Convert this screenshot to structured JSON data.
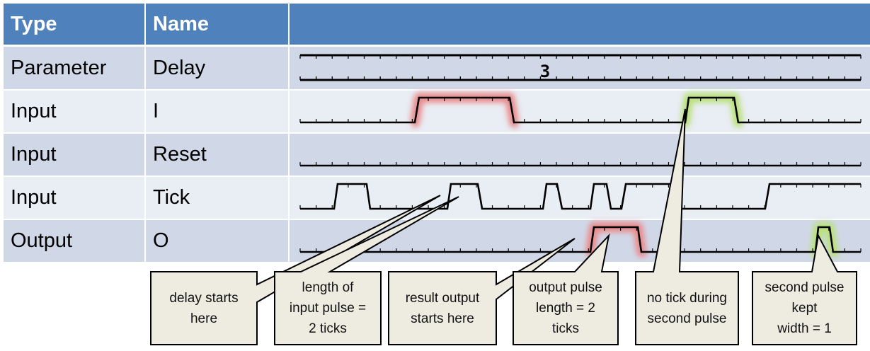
{
  "table": {
    "headers": [
      "Type",
      "Name",
      ""
    ],
    "rows": [
      {
        "type": "Parameter",
        "name": "Delay",
        "value": "3"
      },
      {
        "type": "Input",
        "name": "I"
      },
      {
        "type": "Input",
        "name": "Reset"
      },
      {
        "type": "Input",
        "name": "Tick"
      },
      {
        "type": "Output",
        "name": "O"
      }
    ]
  },
  "waveforms": {
    "time_span": 35,
    "I": [
      [
        0,
        0
      ],
      [
        7.16,
        0
      ],
      [
        7.42,
        1
      ],
      [
        13.08,
        1
      ],
      [
        13.35,
        0
      ],
      [
        24.04,
        0
      ],
      [
        24.26,
        1
      ],
      [
        27.09,
        1
      ],
      [
        27.35,
        0
      ],
      [
        35,
        0
      ]
    ],
    "Reset": [
      [
        0,
        0
      ],
      [
        35,
        0
      ]
    ],
    "Tick": [
      [
        0,
        0
      ],
      [
        2.12,
        0
      ],
      [
        2.34,
        1
      ],
      [
        4.15,
        1
      ],
      [
        4.37,
        0
      ],
      [
        9.19,
        0
      ],
      [
        9.41,
        1
      ],
      [
        11.09,
        1
      ],
      [
        11.36,
        0
      ],
      [
        15.16,
        0
      ],
      [
        15.38,
        1
      ],
      [
        16.04,
        1
      ],
      [
        16.35,
        0
      ],
      [
        18.12,
        0
      ],
      [
        18.34,
        1
      ],
      [
        19.13,
        1
      ],
      [
        19.4,
        0
      ],
      [
        20.06,
        0
      ],
      [
        20.33,
        1
      ],
      [
        23.11,
        1
      ],
      [
        23.33,
        0
      ],
      [
        29.03,
        0
      ],
      [
        29.3,
        1
      ],
      [
        35,
        1
      ]
    ],
    "O": [
      [
        0,
        0
      ],
      [
        18.12,
        0
      ],
      [
        18.34,
        1
      ],
      [
        21.08,
        1
      ],
      [
        21.3,
        0
      ],
      [
        32.17,
        0
      ],
      [
        32.35,
        1
      ],
      [
        33.05,
        1
      ],
      [
        33.27,
        0
      ],
      [
        35,
        0
      ]
    ],
    "highlights": [
      {
        "signal": "I",
        "from": 7.0,
        "to": 13.6,
        "color": "#e88a8a"
      },
      {
        "signal": "I",
        "from": 23.8,
        "to": 27.6,
        "color": "#b9e07a"
      },
      {
        "signal": "O",
        "from": 17.9,
        "to": 21.6,
        "color": "#e88a8a"
      },
      {
        "signal": "O",
        "from": 31.9,
        "to": 33.6,
        "color": "#b9e07a"
      }
    ]
  },
  "callouts": [
    {
      "text": "delay starts\nhere"
    },
    {
      "text": "length of\ninput pulse =\n2 ticks"
    },
    {
      "text": "result output\nstarts here"
    },
    {
      "text": "output pulse\nlength = 2\nticks"
    },
    {
      "text": "no tick during\nsecond pulse"
    },
    {
      "text": "second pulse\nkept\nwidth = 1"
    }
  ],
  "colors": {
    "header": "#4f81bd",
    "row_dark": "#d0d8e8",
    "row_light": "#e9edf4",
    "callout_fill": "#eeece1"
  }
}
